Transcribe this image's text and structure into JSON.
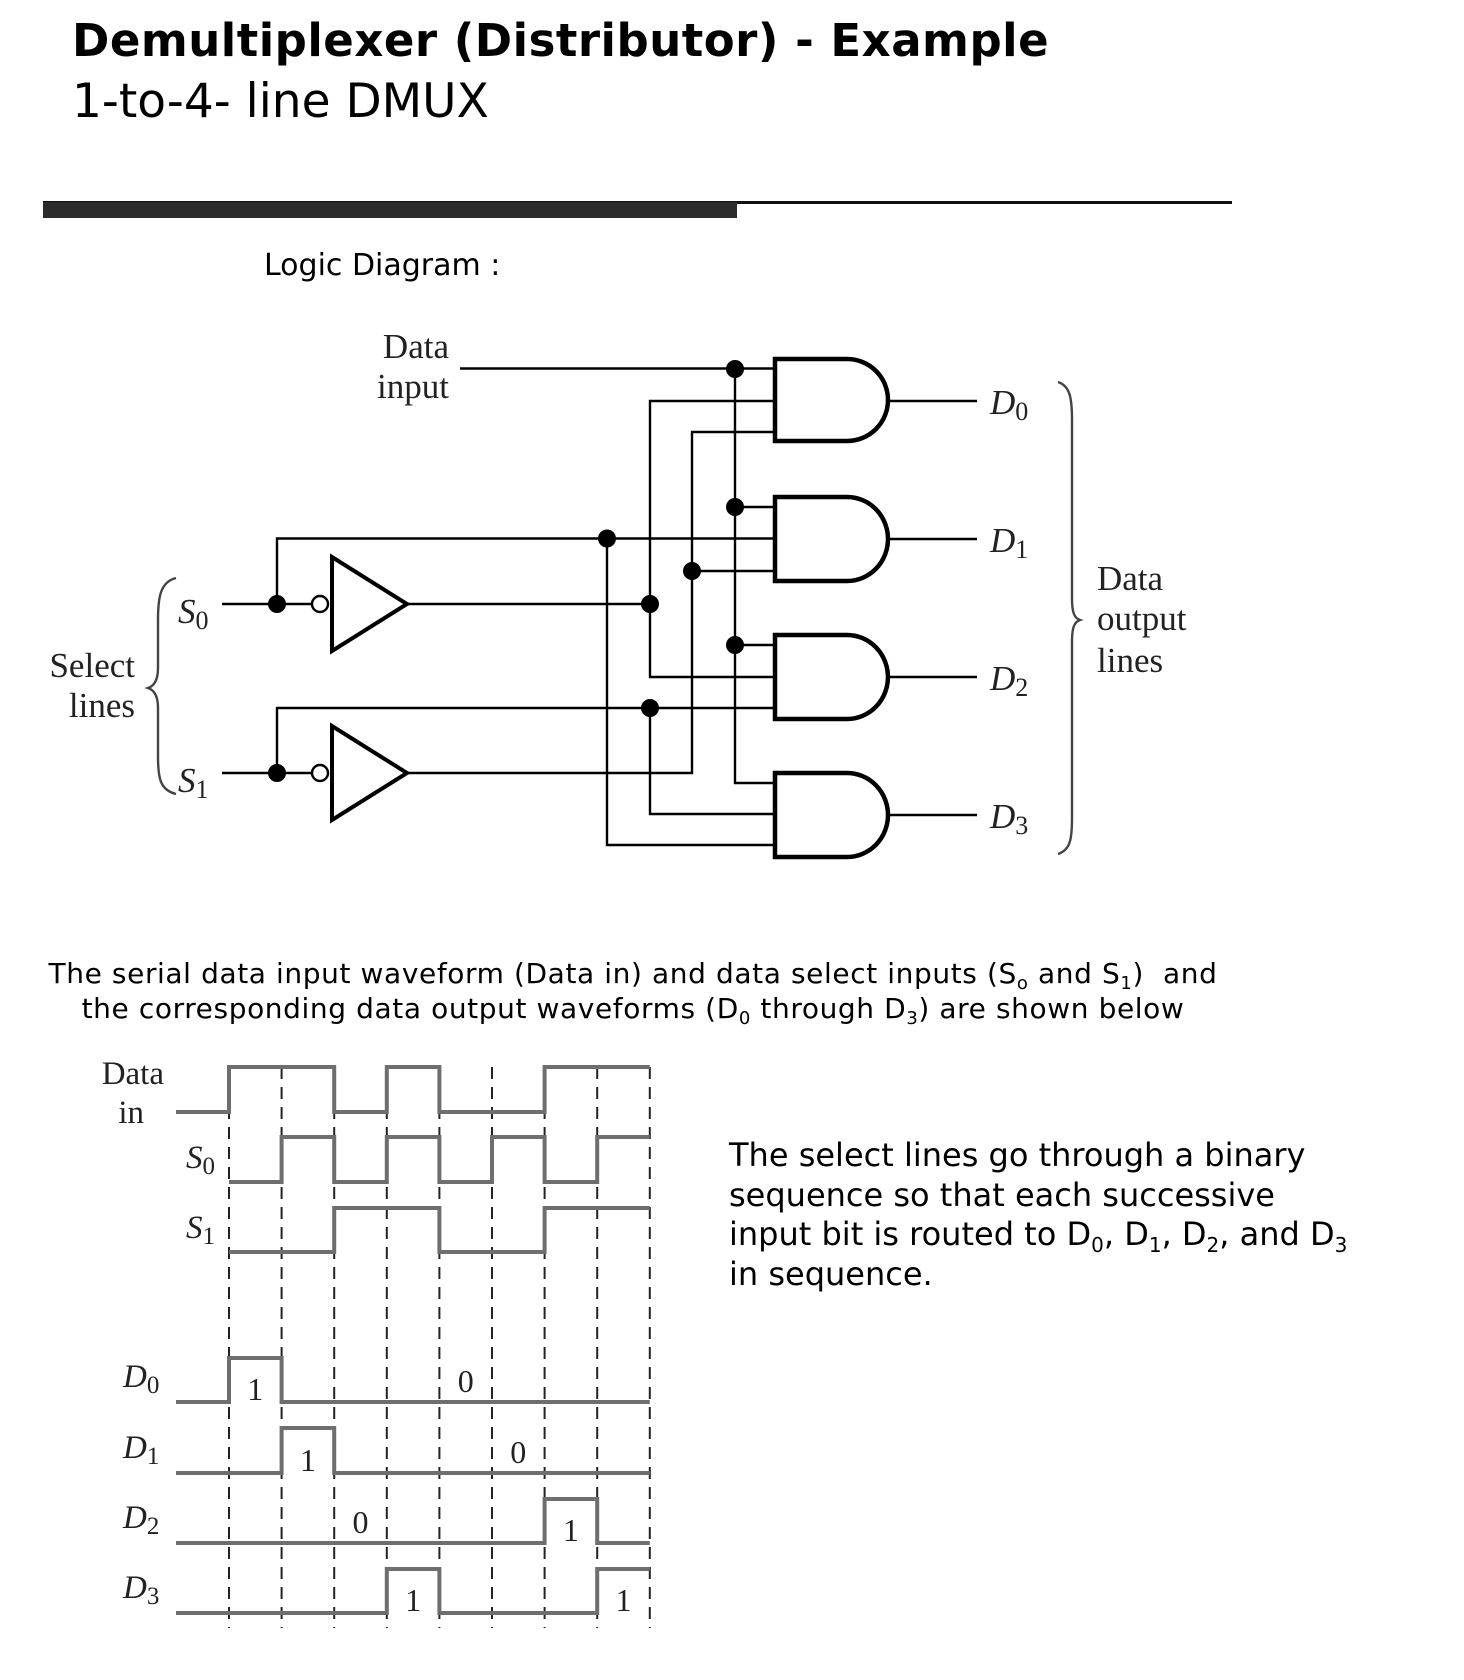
{
  "header": {
    "title": "Demultiplexer (Distributor) - Example",
    "subtitle": "1-to-4- line DMUX"
  },
  "logic_diagram": {
    "section_label": "Logic Diagram :",
    "data_input_label": [
      "Data",
      "input"
    ],
    "select_lines_label": [
      "Select",
      "lines"
    ],
    "select_inputs": [
      {
        "name": "S",
        "sub": "0"
      },
      {
        "name": "S",
        "sub": "1"
      }
    ],
    "outputs": [
      {
        "name": "D",
        "sub": "0"
      },
      {
        "name": "D",
        "sub": "1"
      },
      {
        "name": "D",
        "sub": "2"
      },
      {
        "name": "D",
        "sub": "3"
      }
    ],
    "data_output_label": [
      "Data",
      "output",
      "lines"
    ],
    "gate_inputs": [
      [
        "Data",
        "S0'",
        "S1'"
      ],
      [
        "Data",
        "S0",
        "S1'"
      ],
      [
        "Data",
        "S0'",
        "S1"
      ],
      [
        "Data",
        "S1",
        "S0"
      ]
    ]
  },
  "caption": {
    "line1_a": "The serial data input waveform (Data in) and data select inputs (S",
    "line1_sub1": "o",
    "line1_b": " and S",
    "line1_sub2": "1",
    "line1_c": ")  and",
    "line2_a": "the corresponding data output waveforms (D",
    "line2_sub1": "0",
    "line2_b": " through D",
    "line2_sub2": "3",
    "line2_c": ") are shown below"
  },
  "timing_diagram": {
    "input_label": [
      "Data",
      "in"
    ],
    "slots": 8,
    "signals": [
      {
        "id": "data_in",
        "label": "Data in",
        "bits": [
          1,
          1,
          0,
          1,
          0,
          0,
          1,
          1
        ]
      },
      {
        "id": "s0",
        "label": "S",
        "sub": "0",
        "bits": [
          0,
          1,
          0,
          1,
          0,
          1,
          0,
          1
        ]
      },
      {
        "id": "s1",
        "label": "S",
        "sub": "1",
        "bits": [
          0,
          0,
          1,
          1,
          0,
          0,
          1,
          1
        ]
      }
    ],
    "outputs": [
      {
        "id": "d0",
        "label": "D",
        "sub": "0",
        "bits": [
          1,
          0,
          0,
          0,
          0,
          0,
          0,
          0
        ],
        "annotations": [
          {
            "slot": 0,
            "text": "1"
          },
          {
            "slot": 4,
            "text": "0"
          }
        ]
      },
      {
        "id": "d1",
        "label": "D",
        "sub": "1",
        "bits": [
          0,
          1,
          0,
          0,
          0,
          0,
          0,
          0
        ],
        "annotations": [
          {
            "slot": 1,
            "text": "1"
          },
          {
            "slot": 5,
            "text": "0"
          }
        ]
      },
      {
        "id": "d2",
        "label": "D",
        "sub": "2",
        "bits": [
          0,
          0,
          0,
          0,
          0,
          0,
          1,
          0
        ],
        "annotations": [
          {
            "slot": 2,
            "text": "0"
          },
          {
            "slot": 6,
            "text": "1"
          }
        ]
      },
      {
        "id": "d3",
        "label": "D",
        "sub": "3",
        "bits": [
          0,
          0,
          0,
          1,
          0,
          0,
          0,
          1
        ],
        "annotations": [
          {
            "slot": 3,
            "text": "1"
          },
          {
            "slot": 7,
            "text": "1"
          }
        ]
      }
    ]
  },
  "explanation": {
    "text_a": "The select lines go through a binary sequence so that each successive input bit is routed to D",
    "sub0": "0",
    "text_b": ", D",
    "sub1": "1",
    "text_c": ", D",
    "sub2": "2",
    "text_d": ", and D",
    "sub3": "3",
    "text_e": " in sequence."
  },
  "colors": {
    "ink": "#000000",
    "rule": "#2b2b2b",
    "waveform": "#6e6e6e",
    "dash": "#222222"
  }
}
